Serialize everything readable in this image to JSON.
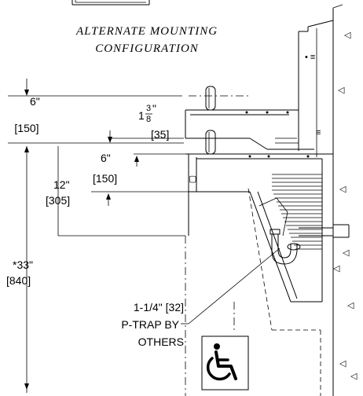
{
  "title": {
    "line1": "ALTERNATE MOUNTING",
    "line2": "CONFIGURATION"
  },
  "dimensions": {
    "d1_in": "6\"",
    "d1_mm": "[150]",
    "d2_whole": "1",
    "d2_num": "3",
    "d2_den": "8",
    "d2_unit": "\"",
    "d2_mm": "[35]",
    "d3_in": "6\"",
    "d3_mm": "[150]",
    "d4_in": "12\"",
    "d4_mm": "[305]",
    "d5_in": "*33\"",
    "d5_mm": "[840]"
  },
  "callout": {
    "line1": "1-1/4\" [32]",
    "line2": "P-TRAP BY",
    "line3": "OTHERS"
  },
  "icons": {
    "accessibility": "wheelchair-icon"
  }
}
